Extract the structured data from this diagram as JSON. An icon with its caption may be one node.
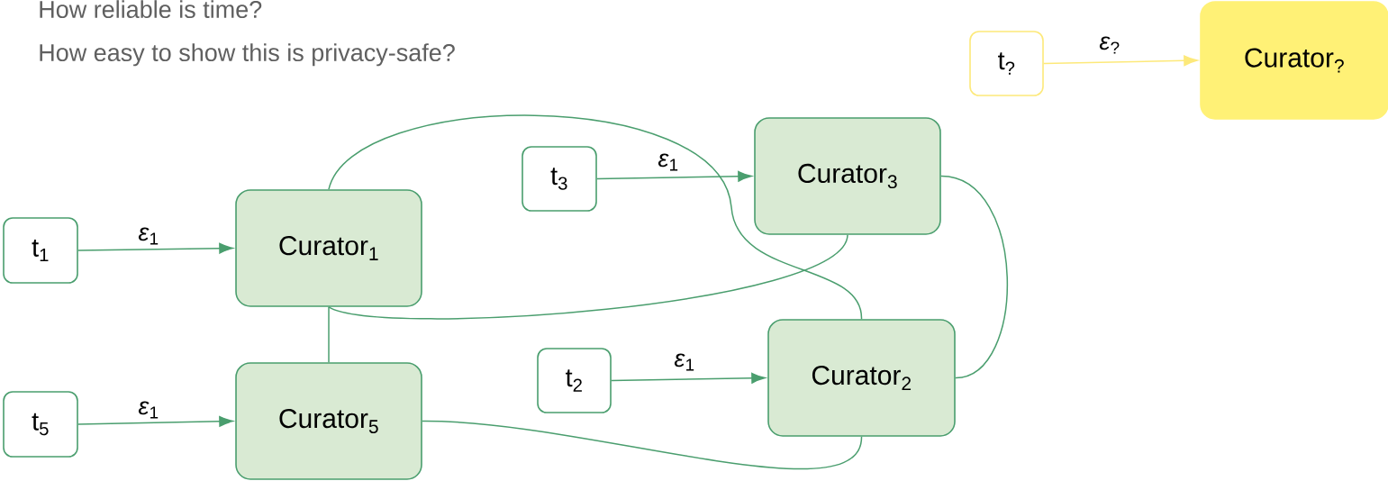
{
  "diagram": {
    "nodes": [
      {
        "text": [
          "t$_{?}$"
        ]
      },
      {
        "text": [
          "Curator$_{?}$"
        ]
      },
      {
        "text": [
          "t$_{3}$"
        ]
      },
      {
        "text": [
          "Curator$_{3}$"
        ]
      },
      {
        "text": [
          "t$_{1}$"
        ]
      },
      {
        "text": [
          "Curator$_{1}$"
        ]
      },
      {
        "text": [
          "t$_{2}$"
        ]
      },
      {
        "text": [
          "Curator$_{2}$"
        ]
      },
      {
        "text": [
          "t$_{5}$"
        ]
      },
      {
        "text": [
          "Curator$_{5}$"
        ]
      }
    ],
    "edges": [
      {
        "from": 0,
        "to": 1,
        "arrow": "to",
        "label": "*ε*$_{?}$",
        "color": "#fde97a"
      },
      {
        "from": 2,
        "to": 3,
        "arrow": "to",
        "label": "*ε*$_{1}$"
      },
      {
        "from": 4,
        "to": 5,
        "arrow": "to",
        "label": "*ε*$_{1}$"
      },
      {
        "from": 6,
        "to": 7,
        "arrow": "to",
        "label": "*ε*$_{1}$"
      },
      {
        "from": 8,
        "to": 9,
        "arrow": "to",
        "label": "*ε*$_{1}$"
      },
      {
        "from": 5,
        "to": 9,
        "arrow": "none"
      },
      {
        "from": 5,
        "to": 7,
        "arrow": "none"
      },
      {
        "from": 5,
        "to": 3,
        "arrow": "none"
      },
      {
        "from": 3,
        "to": 7,
        "arrow": "none"
      },
      {
        "from": 9,
        "to": 7,
        "arrow": "none"
      }
    ],
    "labels": [
      "How reliable is time?",
      "How easy to show this is privacy-safe?"
    ]
  }
}
